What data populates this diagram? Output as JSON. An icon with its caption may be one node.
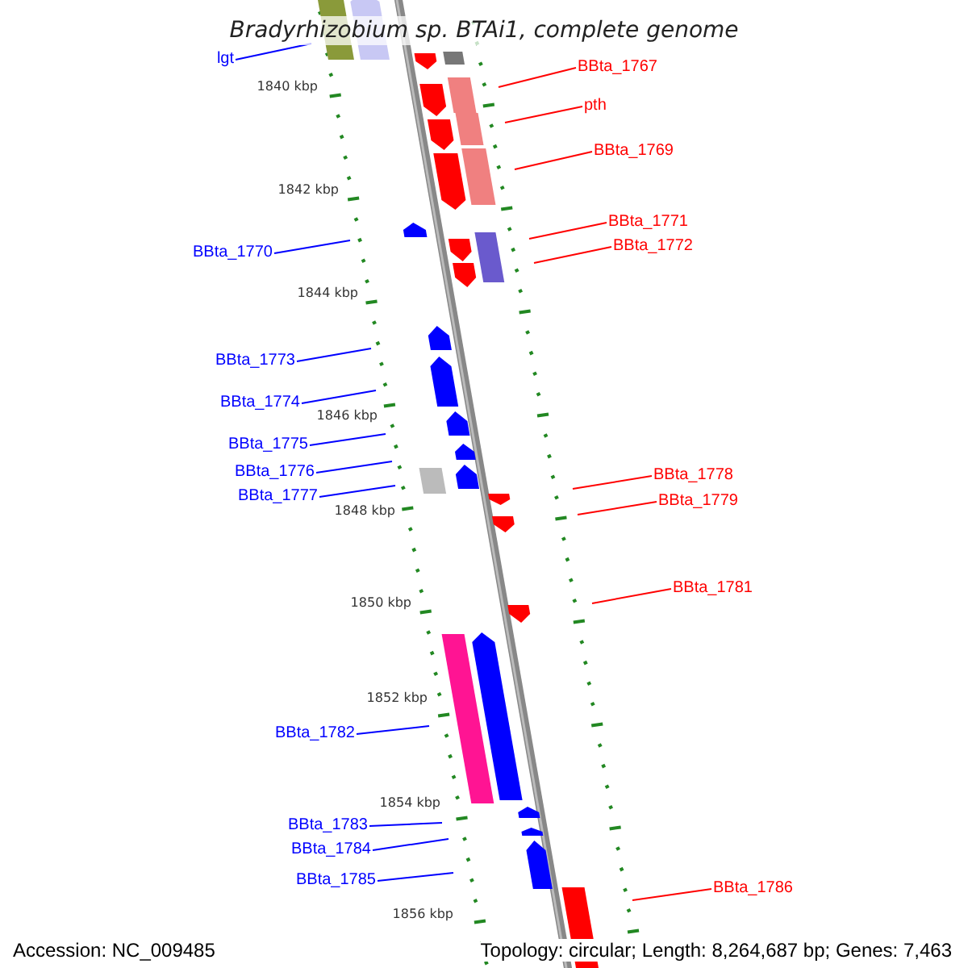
{
  "diagram": {
    "title": "Bradyrhizobium sp. BTAi1, complete genome",
    "nodes": [
      {
        "text": [
          "lgt"
        ]
      },
      {
        "text": [
          "BBta_1767"
        ]
      },
      {
        "text": [
          "pth"
        ]
      },
      {
        "text": [
          "BBta_1769"
        ]
      },
      {
        "text": [
          "BBta_1771"
        ]
      },
      {
        "text": [
          "BBta_1772"
        ]
      },
      {
        "text": [
          "BBta_1770"
        ]
      },
      {
        "text": [
          "BBta_1773"
        ]
      },
      {
        "text": [
          "BBta_1774"
        ]
      },
      {
        "text": [
          "BBta_1775"
        ]
      },
      {
        "text": [
          "BBta_1776"
        ]
      },
      {
        "text": [
          "BBta_1778"
        ]
      },
      {
        "text": [
          "BBta_1777"
        ]
      },
      {
        "text": [
          "BBta_1779"
        ]
      },
      {
        "text": [
          "BBta_1781"
        ]
      },
      {
        "text": [
          "BBta_1782"
        ]
      },
      {
        "text": [
          "BBta_1783"
        ]
      },
      {
        "text": [
          "BBta_1784"
        ]
      },
      {
        "text": [
          "BBta_1785"
        ]
      },
      {
        "text": [
          "BBta_1786"
        ]
      }
    ],
    "edges": [
      {
        "from": 0,
        "to": null,
        "arrow": "none"
      },
      {
        "from": 1,
        "to": null,
        "arrow": "none",
        "color": "#ff0000"
      },
      {
        "from": 2,
        "to": null,
        "arrow": "none",
        "color": "#ff0000"
      },
      {
        "from": 3,
        "to": null,
        "arrow": "none",
        "color": "#ff0000"
      },
      {
        "from": 4,
        "to": null,
        "arrow": "none",
        "color": "#ff0000"
      },
      {
        "from": 5,
        "to": null,
        "arrow": "none",
        "color": "#ff0000"
      },
      {
        "from": 6,
        "to": null,
        "arrow": "none"
      },
      {
        "from": 7,
        "to": null,
        "arrow": "none"
      },
      {
        "from": 8,
        "to": null,
        "arrow": "none"
      },
      {
        "from": 9,
        "to": null,
        "arrow": "none"
      },
      {
        "from": 10,
        "to": null,
        "arrow": "none"
      },
      {
        "from": 11,
        "to": null,
        "arrow": "none",
        "color": "#ff0000"
      },
      {
        "from": 12,
        "to": null,
        "arrow": "none"
      },
      {
        "from": 13,
        "to": null,
        "arrow": "none",
        "color": "#ff0000"
      },
      {
        "from": 14,
        "to": null,
        "arrow": "none",
        "color": "#ff0000"
      },
      {
        "from": 15,
        "to": null,
        "arrow": "none"
      },
      {
        "from": 16,
        "to": null,
        "arrow": "none"
      },
      {
        "from": 17,
        "to": null,
        "arrow": "none"
      },
      {
        "from": 18,
        "to": null,
        "arrow": "none"
      },
      {
        "from": 19,
        "to": null,
        "arrow": "none",
        "color": "#ff0000"
      }
    ],
    "labels": [
      "1840 kbp",
      "1842 kbp",
      "1844 kbp",
      "1846 kbp",
      "1848 kbp",
      "1850 kbp",
      "1852 kbp",
      "1854 kbp",
      "1856 kbp",
      "Accession: NC_009485",
      "Topology: circular; Length: 8,264,687 bp; Genes: 7,463"
    ]
  }
}
